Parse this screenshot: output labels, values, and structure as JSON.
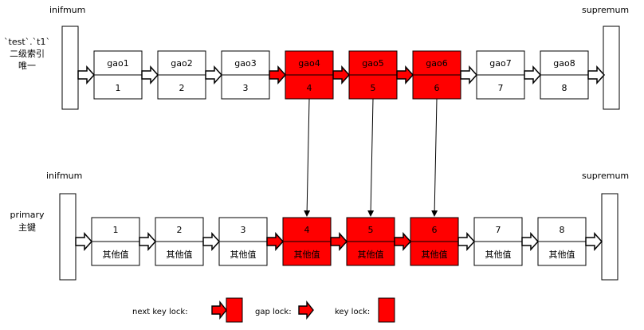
{
  "colors": {
    "locked": "#ff0000",
    "normal": "#ffffff",
    "stroke": "#000000"
  },
  "secondary": {
    "label_lines": [
      "`test`.`t1`",
      "二级索引",
      "唯一"
    ],
    "infimum_label": "inifmum",
    "supremum_label": "supremum",
    "records": [
      {
        "key": "gao1",
        "id": "1",
        "locked": false
      },
      {
        "key": "gao2",
        "id": "2",
        "locked": false
      },
      {
        "key": "gao3",
        "id": "3",
        "locked": false
      },
      {
        "key": "gao4",
        "id": "4",
        "locked": true
      },
      {
        "key": "gao5",
        "id": "5",
        "locked": true
      },
      {
        "key": "gao6",
        "id": "6",
        "locked": true
      },
      {
        "key": "gao7",
        "id": "7",
        "locked": false
      },
      {
        "key": "gao8",
        "id": "8",
        "locked": false
      }
    ]
  },
  "primary": {
    "label_lines": [
      "primary",
      "主键"
    ],
    "infimum_label": "inifmum",
    "supremum_label": "supremum",
    "records": [
      {
        "id": "1",
        "other": "其他值",
        "locked": false
      },
      {
        "id": "2",
        "other": "其他值",
        "locked": false
      },
      {
        "id": "3",
        "other": "其他值",
        "locked": false
      },
      {
        "id": "4",
        "other": "其他值",
        "locked": true
      },
      {
        "id": "5",
        "other": "其他值",
        "locked": true
      },
      {
        "id": "6",
        "other": "其他值",
        "locked": true
      },
      {
        "id": "7",
        "other": "其他值",
        "locked": false
      },
      {
        "id": "8",
        "other": "其他值",
        "locked": false
      }
    ]
  },
  "legend": {
    "next_key_lock": "next key lock:",
    "gap_lock": "gap lock:",
    "key_lock": "key lock:"
  }
}
